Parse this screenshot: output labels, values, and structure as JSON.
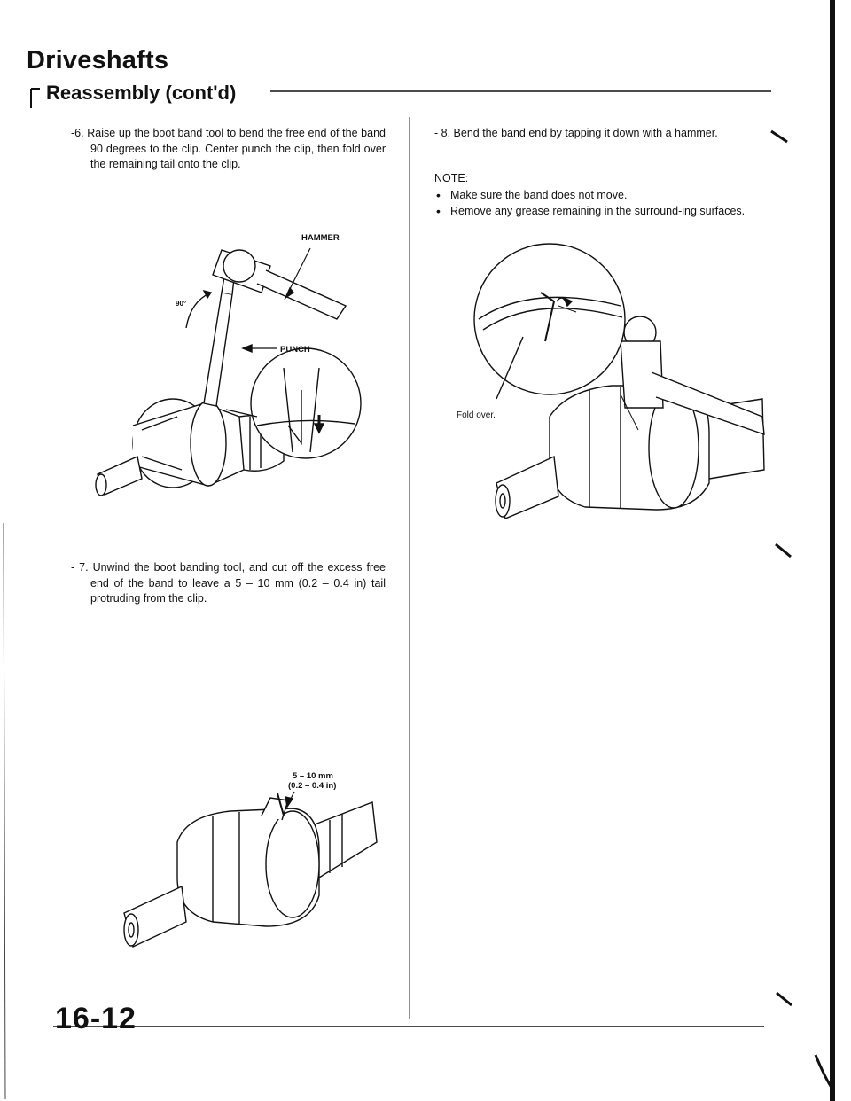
{
  "header": {
    "title": "Driveshafts",
    "subtitle": "Reassembly (cont'd)"
  },
  "steps": {
    "step6": {
      "number": "-6.",
      "text": "Raise up the boot band tool to bend the free end of the band 90 degrees to the clip. Center punch the clip, then fold over the remaining tail onto the clip."
    },
    "step7": {
      "number": "- 7.",
      "text": "Unwind the boot banding tool, and cut off the excess free end of the band to leave a 5 – 10 mm (0.2 – 0.4 in) tail protruding from the clip."
    },
    "step8": {
      "number": "- 8.",
      "text": "Bend the band end by tapping it down with a hammer."
    }
  },
  "note": {
    "label": "NOTE:",
    "items": [
      "Make sure the band does not move.",
      "Remove any grease remaining in the surround-ing surfaces."
    ]
  },
  "figures": {
    "fig1": {
      "hammer_label": "HAMMER",
      "punch_label": "PUNCH",
      "angle_label": "90°"
    },
    "fig2": {
      "measure_label_1": "5 – 10 mm",
      "measure_label_2": "(0.2 – 0.4 in)"
    },
    "fig3": {
      "fold_label": "Fold over."
    }
  },
  "footer": {
    "page_number": "16-12"
  }
}
